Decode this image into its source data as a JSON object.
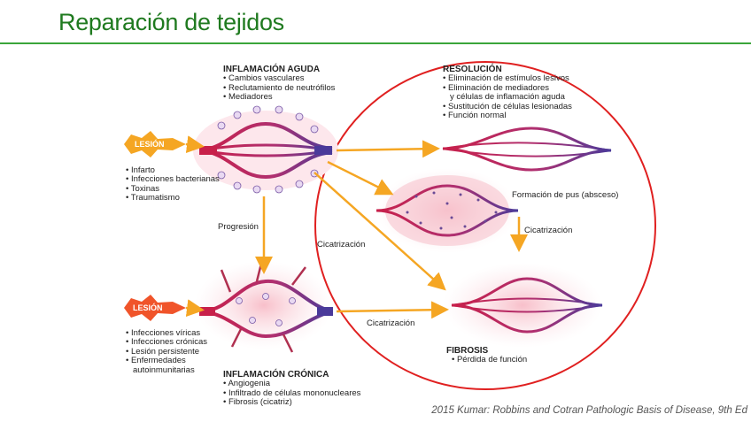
{
  "title": "Reparación de tejidos",
  "acute": {
    "header": "INFLAMACIÓN AGUDA",
    "items": [
      "Cambios vasculares",
      "Reclutamiento de neutrófilos",
      "Mediadores"
    ]
  },
  "resolution": {
    "header": "RESOLUCIÓN",
    "items": [
      "Eliminación de estímulos lesivos",
      "Eliminación de mediadores",
      "y células de inflamación aguda",
      "Sustitución de células lesionadas",
      "Función normal"
    ]
  },
  "injury1": {
    "label": "LESIÓN",
    "items": [
      "Infarto",
      "Infecciones bacterianas",
      "Toxinas",
      "Traumatismo"
    ]
  },
  "injury2": {
    "label": "LESIÓN",
    "items": [
      "Infecciones víricas",
      "Infecciones crónicas",
      "Lesión persistente",
      "Enfermedades",
      "autoinmunitarias"
    ]
  },
  "pus": "Formación de pus (absceso)",
  "progression": "Progresión",
  "scarring": "Cicatrización",
  "fibrosis": {
    "header": "FIBROSIS",
    "items": [
      "Pérdida de función"
    ]
  },
  "chronic": {
    "header": "INFLAMACIÓN CRÓNICA",
    "items": [
      "Angiogenia",
      "Infiltrado de células mononucleares",
      "Fibrosis (cicatriz)"
    ]
  },
  "citation": "2015 Kumar: Robbins and Cotran Pathologic Basis of Disease, 9th Ed",
  "colors": {
    "title": "#1f7a1f",
    "rule": "#3aa53a",
    "arrow": "#f5a623",
    "circle": "#e02020",
    "vessel_red": "#c8204a",
    "vessel_blue": "#4a3a9a"
  }
}
